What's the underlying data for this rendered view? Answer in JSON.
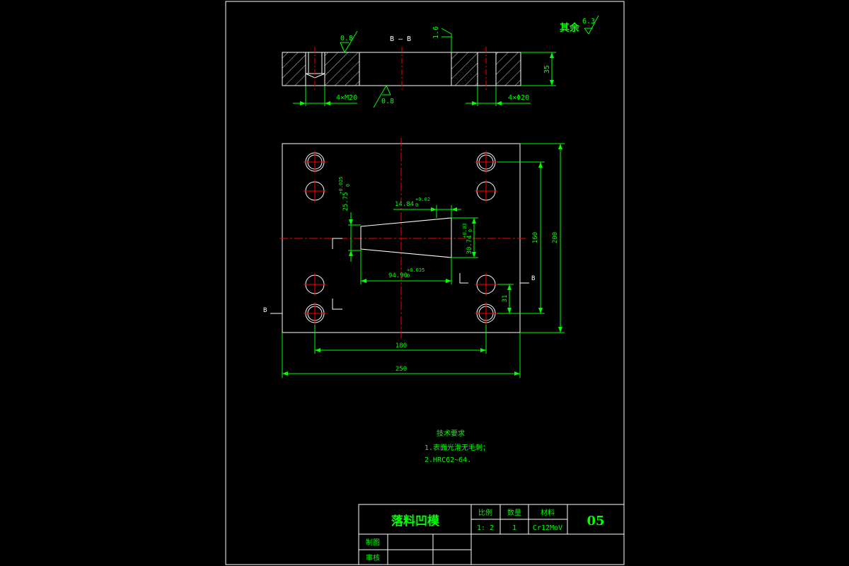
{
  "colors": {
    "background": "#000000",
    "outline": "#ffffff",
    "dimension": "#00ff00",
    "centerline": "#ff0000"
  },
  "section_view": {
    "label": "B — B",
    "roughness_top_left": "0.8",
    "roughness_top_center": "1.6",
    "roughness_bottom": "0.8",
    "thread_note": "4×M20",
    "hole_note": "4×Φ20",
    "thickness": "35"
  },
  "roughness_other": {
    "label": "其余",
    "value": "6.3"
  },
  "plan_view": {
    "dim_height_25": "25.75",
    "dim_height_25_tol": "+0.025",
    "dim_height_25_base": "0",
    "dim_top_14": "14.84",
    "dim_top_14_tol": "+0.02",
    "dim_top_14_base": "0",
    "dim_right_30": "30.74",
    "dim_right_30_tol": "+0.03",
    "dim_right_30_base": "0",
    "dim_bottom_94": "94.90",
    "dim_bottom_94_tol": "+0.035",
    "dim_bottom_94_base": "0",
    "dim_160": "160",
    "dim_200": "200",
    "dim_31": "31",
    "dim_180": "180",
    "dim_250": "250",
    "section_mark_left": "B",
    "section_mark_right": "B"
  },
  "tech_requirements": {
    "title": "技术要求",
    "items": [
      "1.表面光滑无毛刺；",
      "2.HRC62~64."
    ]
  },
  "title_block": {
    "part_name": "落料凹模",
    "scale_label": "比例",
    "qty_label": "数量",
    "material_label": "材料",
    "scale": "1: 2",
    "qty": "1",
    "material": "Cr12MoV",
    "drawing_no": "05",
    "drawn_label": "制图",
    "checked_label": "审核"
  }
}
